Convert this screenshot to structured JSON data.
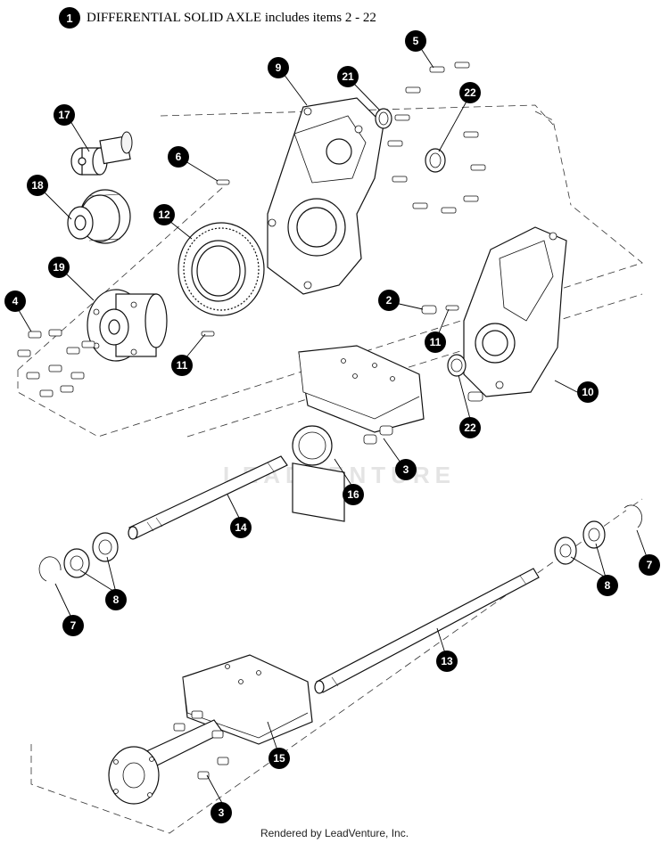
{
  "header": {
    "badge": "1",
    "title": "DIFFERENTIAL SOLID AXLE includes items 2 - 22"
  },
  "watermark": "LEADVENTURE",
  "footer": "Rendered by LeadVenture, Inc.",
  "callouts": [
    {
      "id": "c5",
      "label": "5"
    },
    {
      "id": "c9",
      "label": "9"
    },
    {
      "id": "c21",
      "label": "21"
    },
    {
      "id": "c22a",
      "label": "22"
    },
    {
      "id": "c17",
      "label": "17"
    },
    {
      "id": "c6",
      "label": "6"
    },
    {
      "id": "c18",
      "label": "18"
    },
    {
      "id": "c12",
      "label": "12"
    },
    {
      "id": "c19",
      "label": "19"
    },
    {
      "id": "c4",
      "label": "4"
    },
    {
      "id": "c2",
      "label": "2"
    },
    {
      "id": "c11a",
      "label": "11"
    },
    {
      "id": "c11b",
      "label": "11"
    },
    {
      "id": "c10",
      "label": "10"
    },
    {
      "id": "c22b",
      "label": "22"
    },
    {
      "id": "c3a",
      "label": "3"
    },
    {
      "id": "c16",
      "label": "16"
    },
    {
      "id": "c14",
      "label": "14"
    },
    {
      "id": "c8a",
      "label": "8"
    },
    {
      "id": "c7a",
      "label": "7"
    },
    {
      "id": "c8b",
      "label": "8"
    },
    {
      "id": "c7b",
      "label": "7"
    },
    {
      "id": "c13",
      "label": "13"
    },
    {
      "id": "c15",
      "label": "15"
    },
    {
      "id": "c3b",
      "label": "3"
    }
  ]
}
